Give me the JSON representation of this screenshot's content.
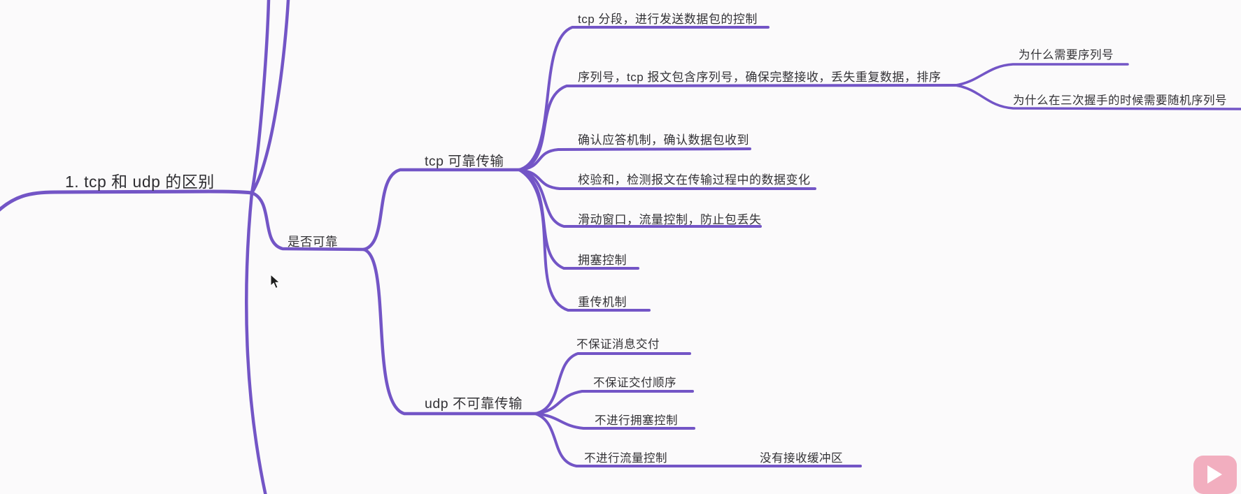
{
  "canvas": {
    "background_color": "#fbfafb",
    "line_color": "#7355c6",
    "text_color": "#333236"
  },
  "mindmap": {
    "root": {
      "label": "1. tcp 和 udp 的区别"
    },
    "reliability_branch": {
      "label": "是否可靠"
    },
    "tcp": {
      "label": "tcp 可靠传输",
      "children": [
        {
          "label": "tcp 分段，进行发送数据包的控制"
        },
        {
          "label": "序列号，tcp 报文包含序列号，确保完整接收，丢失重复数据，排序",
          "children": [
            {
              "label": "为什么需要序列号"
            },
            {
              "label": "为什么在三次握手的时候需要随机序列号"
            }
          ]
        },
        {
          "label": "确认应答机制，确认数据包收到"
        },
        {
          "label": "校验和，检测报文在传输过程中的数据变化"
        },
        {
          "label": "滑动窗口，流量控制，防止包丢失"
        },
        {
          "label": "拥塞控制"
        },
        {
          "label": "重传机制"
        }
      ]
    },
    "udp": {
      "label": "udp 不可靠传输",
      "children": [
        {
          "label": "不保证消息交付"
        },
        {
          "label": "不保证交付顺序"
        },
        {
          "label": "不进行拥塞控制"
        },
        {
          "label": "不进行流量控制",
          "children": [
            {
              "label": "没有接收缓冲区"
            }
          ]
        }
      ]
    }
  },
  "overlay": {
    "cursor": "mouse-pointer",
    "watermark": "play-button-logo"
  }
}
